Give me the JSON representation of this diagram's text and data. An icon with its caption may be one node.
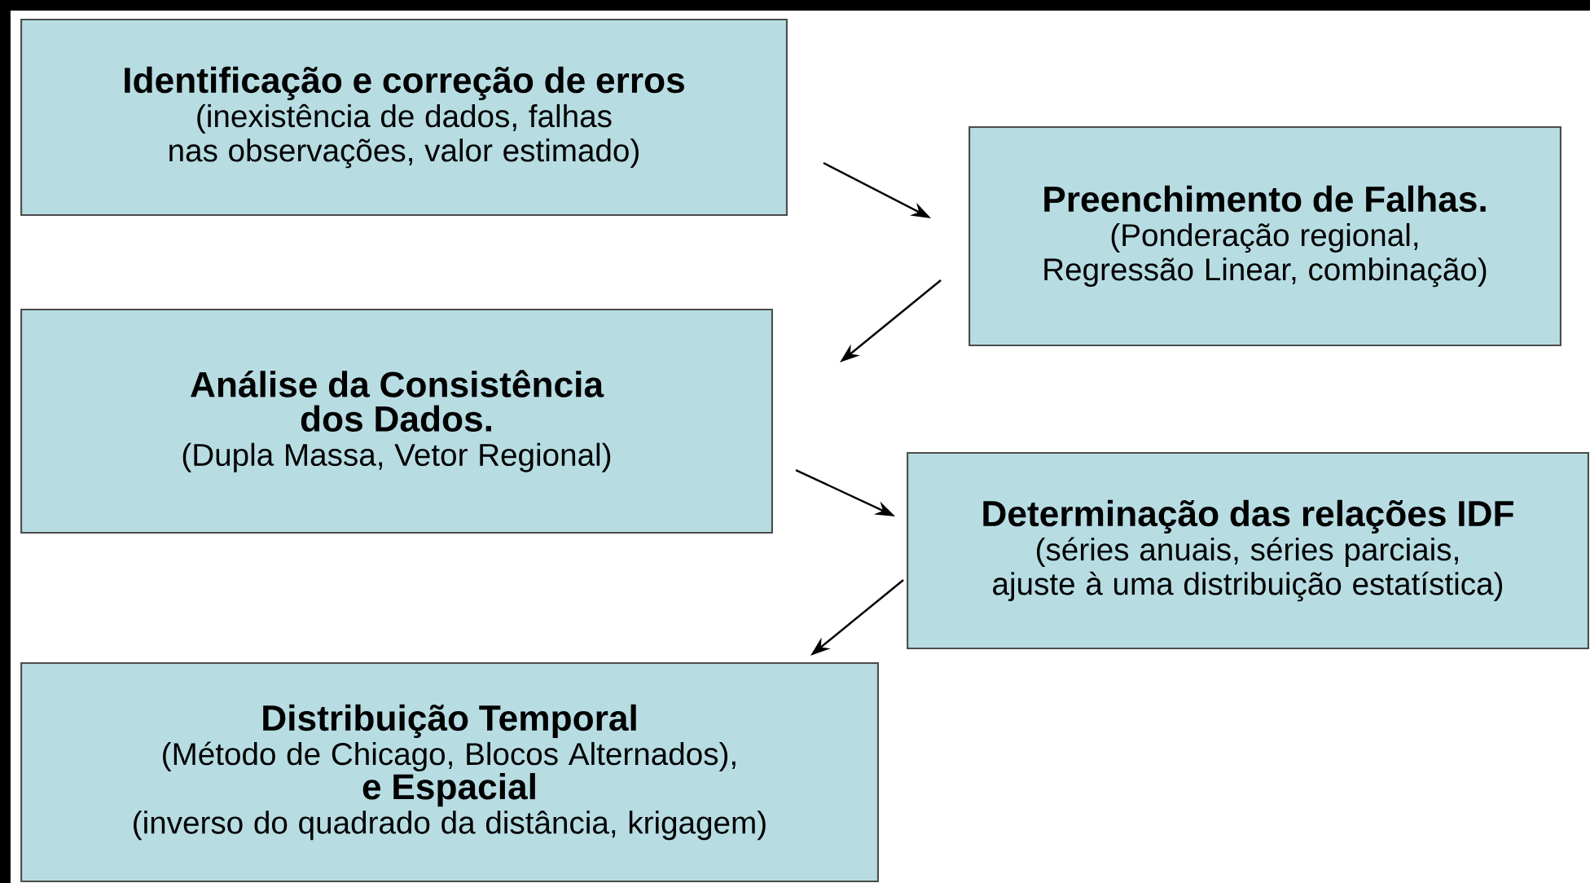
{
  "diagram": {
    "nodes": [
      {
        "text": [
          "Identificação e correção de erros",
          "(inexistência de dados, falhas nas observações, valor estimado)"
        ]
      },
      {
        "text": [
          "Preenchimento de Falhas.",
          "(Ponderação regional, Regressão Linear, combinação)"
        ]
      },
      {
        "text": [
          "Análise da Consistência dos Dados.",
          "(Dupla Massa, Vetor Regional)"
        ]
      },
      {
        "text": [
          "Determinação das relações IDF",
          "(séries anuais, séries parciais, ajuste à uma distribuição estatística)"
        ]
      },
      {
        "text": [
          "Distribuição Temporal",
          "(Método de Chicago, Blocos Alternados),",
          "e Espacial",
          "(inverso do quadrado da distância, krigagem)"
        ]
      }
    ],
    "edges": [
      {
        "from": 0,
        "to": 1,
        "arrow": "to"
      },
      {
        "from": 1,
        "to": 2,
        "arrow": "to"
      },
      {
        "from": 2,
        "to": 3,
        "arrow": "to"
      },
      {
        "from": 3,
        "to": 4,
        "arrow": "to"
      }
    ]
  }
}
